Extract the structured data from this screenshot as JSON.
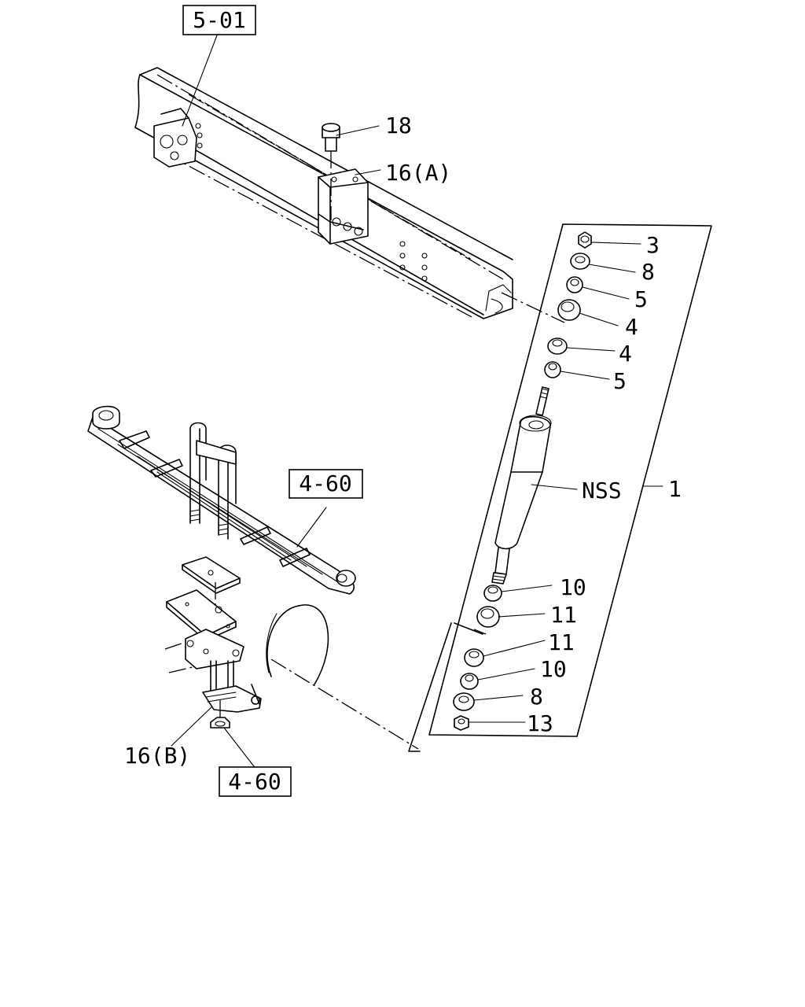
{
  "references": {
    "frame_ref": "5-01",
    "spring_ref": "4-60",
    "nut_ref": "4-60"
  },
  "callouts": {
    "p18": "18",
    "p16a": "16(A)",
    "p3": "3",
    "p8_top": "8",
    "p5_top": "5",
    "p4_top": "4",
    "p4_mid": "4",
    "p5_mid": "5",
    "nss": "NSS",
    "p1": "1",
    "p10_top": "10",
    "p11_top": "11",
    "p11_bot": "11",
    "p10_bot": "10",
    "p8_bot": "8",
    "p13": "13",
    "p16b": "16(B)"
  }
}
